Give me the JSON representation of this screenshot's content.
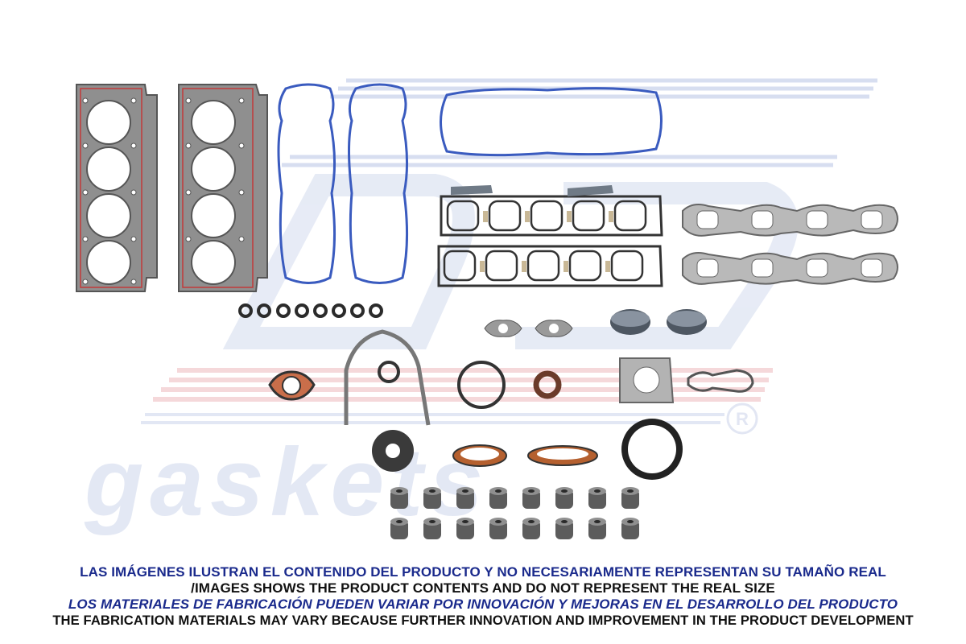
{
  "watermark": {
    "brand_text": "gaskets",
    "registered_mark": "®",
    "colors": {
      "blue": "#c9d3ea",
      "red": "#f2c6c9"
    }
  },
  "captions": {
    "line1": "LAS IMÁGENES ILUSTRAN EL CONTENIDO DEL PRODUCTO Y NO NECESARIAMENTE REPRESENTAN SU TAMAÑO REAL",
    "line2": "/IMAGES SHOWS THE PRODUCT CONTENTS AND DO NOT REPRESENT THE REAL SIZE",
    "line3": "LOS MATERIALES DE FABRICACIÓN PUEDEN VARIAR POR INNOVACIÓN Y MEJORAS EN EL DESARROLLO DEL PRODUCTO",
    "line4": "THE FABRICATION MATERIALS MAY VARY BECAUSE FURTHER INNOVATION AND IMPROVEMENT IN THE PRODUCT DEVELOPMENT"
  },
  "parts": {
    "head_gaskets": 2,
    "valve_cover_gaskets": 3,
    "intake_manifold_gaskets": 2,
    "exhaust_manifold_gaskets": 2,
    "small_o_rings": 8,
    "valve_stem_seals": 16
  },
  "colors": {
    "gasket_gray": "#8f8f8f",
    "gasket_dark": "#4a4a4a",
    "sealer_red": "#c23a3a",
    "blue_seal": "#3a5bbf",
    "seal_black": "#222222",
    "copper": "#b5602f",
    "caption_blue": "#1a2a8c",
    "caption_black": "#111111"
  }
}
